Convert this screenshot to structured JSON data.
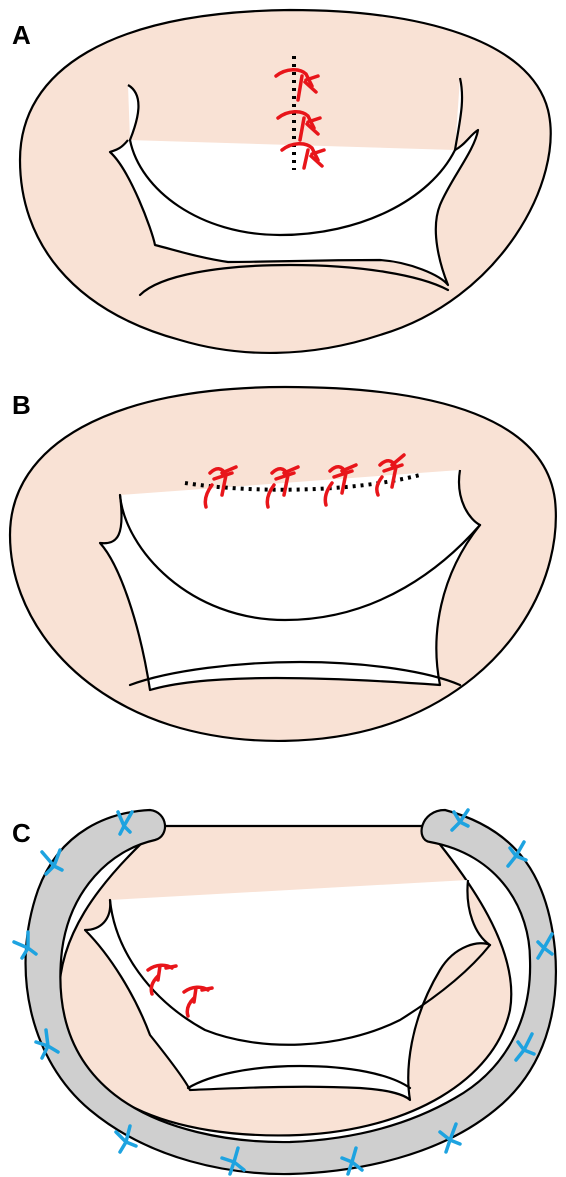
{
  "panels": [
    {
      "label": "A"
    },
    {
      "label": "B"
    },
    {
      "label": "C"
    }
  ],
  "colors": {
    "tissue": "#f9e2d5",
    "outline": "#000000",
    "suture": "#e8151a",
    "ring_suture": "#1ea3e0",
    "ring": "#cfcfcf"
  }
}
